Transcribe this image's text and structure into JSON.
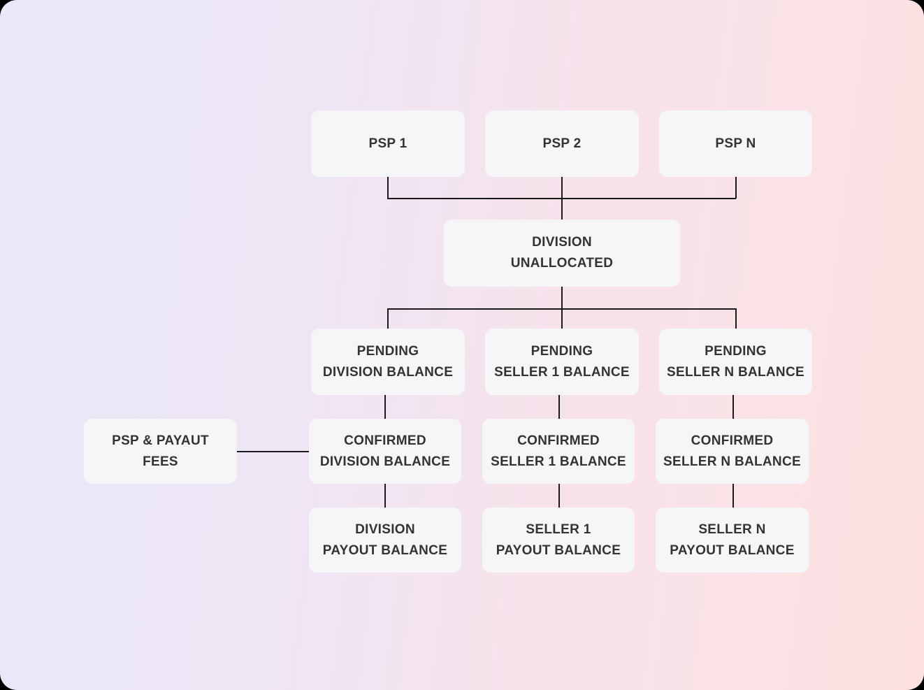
{
  "diagram": {
    "title": "payments-balance-flow",
    "colors": {
      "background_left": "#e8e8f9",
      "background_right": "#fde1e1",
      "node_background": "#f6f6f8",
      "node_text": "#333333",
      "connector": "#1a1a1a",
      "frame_backdrop": "#000000"
    },
    "nodes": {
      "psp1": {
        "label": "PSP 1"
      },
      "psp2": {
        "label": "PSP 2"
      },
      "pspn": {
        "label": "PSP N"
      },
      "division_unallocated": {
        "line1": "DIVISION",
        "line2": "UNALLOCATED"
      },
      "pending_division": {
        "line1": "PENDING",
        "line2": "DIVISION BALANCE"
      },
      "pending_seller1": {
        "line1": "PENDING",
        "line2": "SELLER 1 BALANCE"
      },
      "pending_sellern": {
        "line1": "PENDING",
        "line2": "SELLER N BALANCE"
      },
      "psp_payaut_fees": {
        "line1": "PSP & PAYAUT",
        "line2": "FEES"
      },
      "confirmed_division": {
        "line1": "CONFIRMED",
        "line2": "DIVISION BALANCE"
      },
      "confirmed_seller1": {
        "line1": "CONFIRMED",
        "line2": "SELLER 1 BALANCE"
      },
      "confirmed_sellern": {
        "line1": "CONFIRMED",
        "line2": "SELLER N BALANCE"
      },
      "division_payout": {
        "line1": "DIVISION",
        "line2": "PAYOUT BALANCE"
      },
      "seller1_payout": {
        "line1": "SELLER 1",
        "line2": "PAYOUT BALANCE"
      },
      "sellern_payout": {
        "line1": "SELLER N",
        "line2": "PAYOUT BALANCE"
      }
    },
    "edges": [
      "psp1->division_unallocated",
      "psp2->division_unallocated",
      "pspn->division_unallocated",
      "division_unallocated->pending_division",
      "division_unallocated->pending_seller1",
      "division_unallocated->pending_sellern",
      "pending_division->confirmed_division",
      "pending_seller1->confirmed_seller1",
      "pending_sellern->confirmed_sellern",
      "psp_payaut_fees->confirmed_division",
      "confirmed_division->division_payout",
      "confirmed_seller1->seller1_payout",
      "confirmed_sellern->sellern_payout"
    ]
  }
}
